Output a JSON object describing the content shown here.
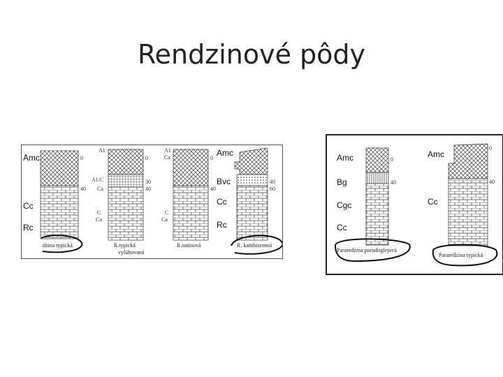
{
  "slide": {
    "title": "Rendzinové pôdy"
  },
  "left_panel": {
    "horizon_labels": {
      "amc_1": "Amc",
      "cc_1": "Cc",
      "rc_1": "Rc",
      "amc_2": "Amc",
      "bvc": "Bvc",
      "cc_2": "Cc",
      "rc_2": "Rc"
    },
    "profile_tags": {
      "p2_a1": "A1",
      "p2_a1c": "A1/C",
      "p2_ca1": "Ca",
      "p2_c": "C",
      "p2_ca2": "Ca",
      "p3_a1": "A1",
      "p3_ca1": "Ca",
      "p3_c": "C",
      "p3_ca2": "Ca"
    },
    "depth_ticks": {
      "p1_0": "0",
      "p1_40": "40",
      "p2_0": "0",
      "p2_30": "30",
      "p2_40": "40",
      "p3_0": "0",
      "p3_40": "40",
      "p4_40": "40",
      "p4_60": "60"
    },
    "captions": {
      "p1": "dzina typická",
      "p2_line1": "R.typická",
      "p2_line2": "vylúhovaná",
      "p3": "R.sutinová",
      "p4": "R. kambizemná"
    }
  },
  "right_panel": {
    "horizon_labels": {
      "amc_1": "Amc",
      "bg": "Bg",
      "cgc": "Cgc",
      "cc_1": "Cc",
      "amc_2": "Amc",
      "cc_2": "Cc"
    },
    "depth_ticks": {
      "p1_0": "0",
      "p1_40": "40",
      "p2_0": "0",
      "p2_40": "40"
    },
    "captions": {
      "p1": "Pararedzina pseudoglejová",
      "p2": "Pararedzina typická"
    }
  },
  "colors": {
    "border": "#333333",
    "pattern": "#444444",
    "circle": "#111111",
    "text": "#111111"
  }
}
